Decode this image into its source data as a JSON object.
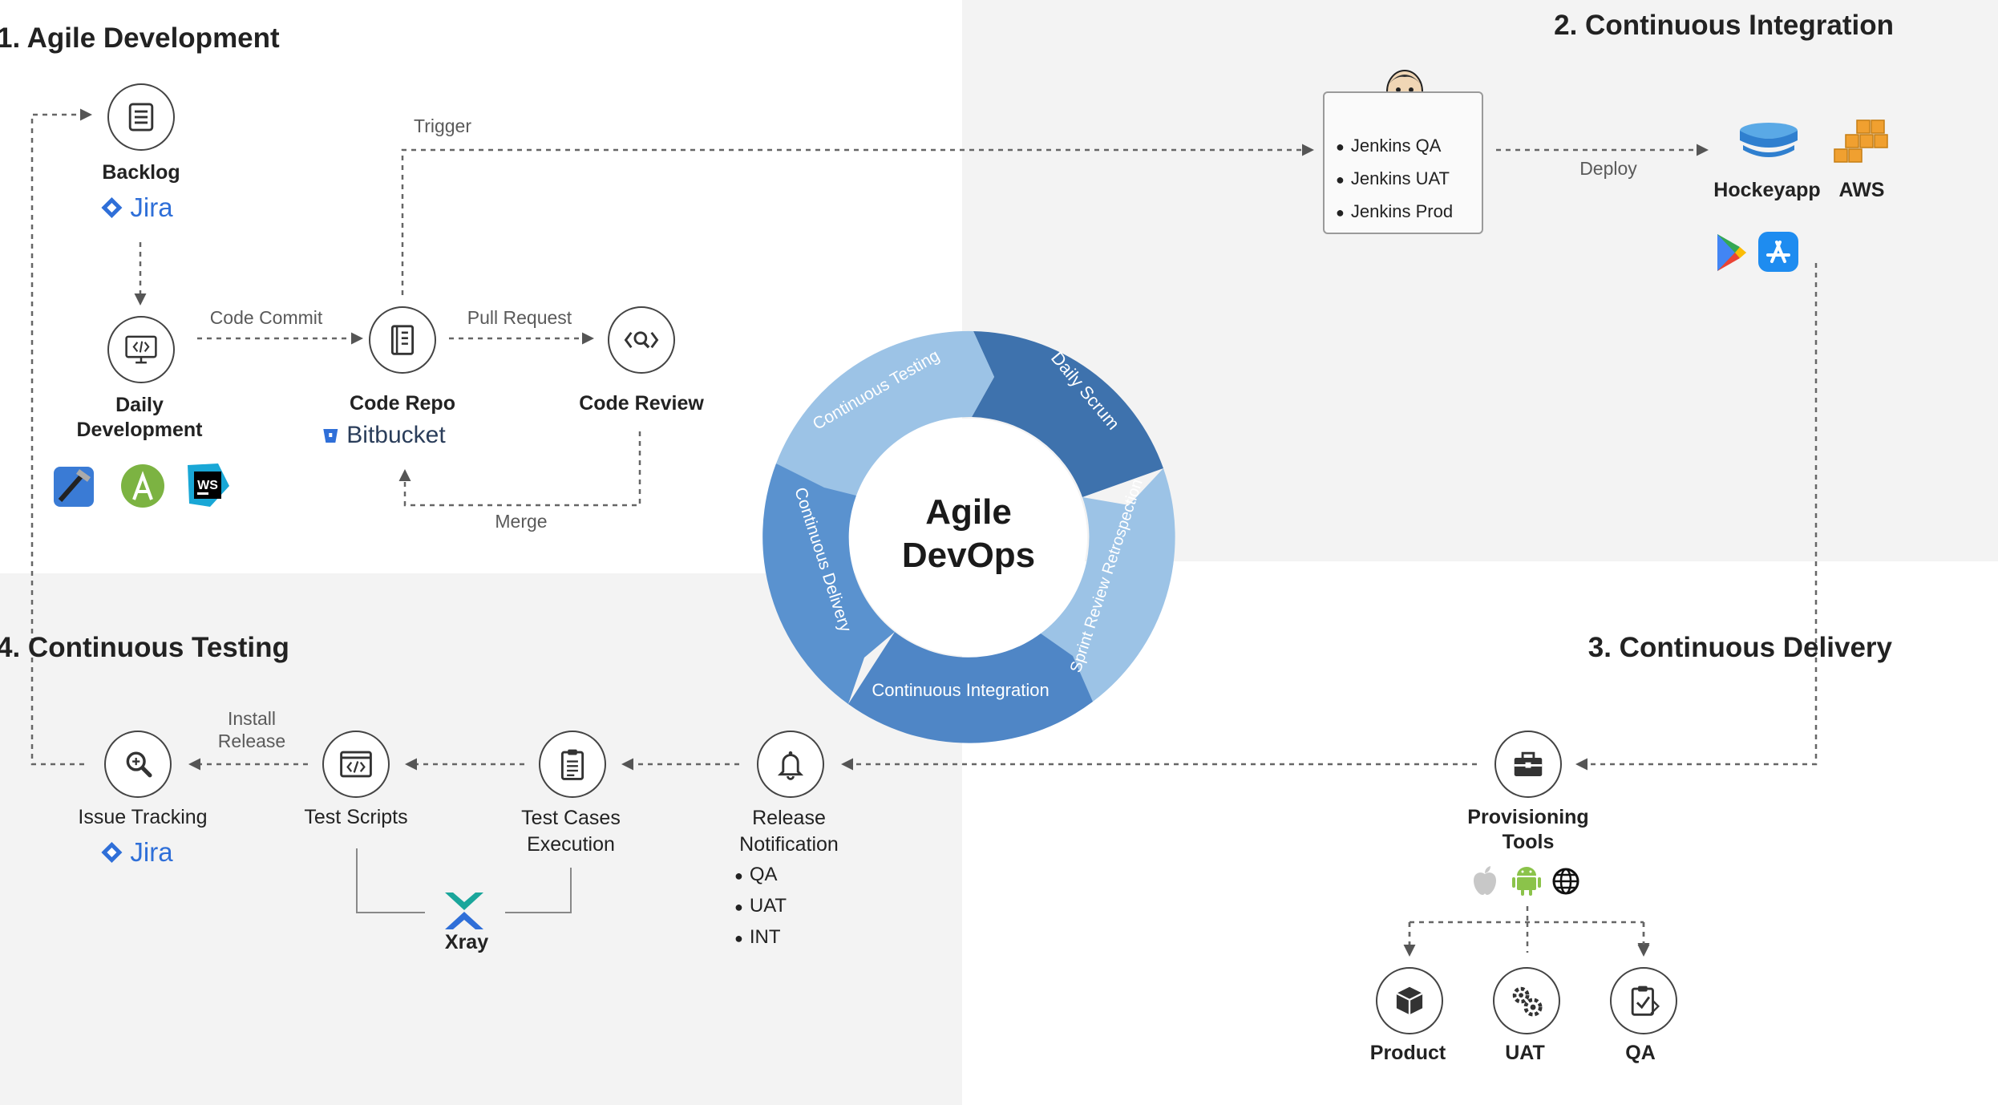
{
  "sections": {
    "agile": "1. Agile Development",
    "ci": "2. Continuous Integration",
    "cd": "3. Continuous Delivery",
    "ct": "4. Continuous Testing"
  },
  "hub": {
    "center_line1": "Agile",
    "center_line2": "DevOps",
    "segments": [
      "Daily Scrum",
      "Sprint Review Retrospection",
      "Continuous Integration",
      "Continuous Delivery",
      "Continuous Testing"
    ]
  },
  "agile": {
    "backlog": "Backlog",
    "backlog_tool": "Jira",
    "daily_dev_1": "Daily",
    "daily_dev_2": "Development",
    "code_repo": "Code Repo",
    "code_repo_tool": "Bitbucket",
    "code_review": "Code Review",
    "edge_code_commit": "Code Commit",
    "edge_pull_request": "Pull Request",
    "edge_merge": "Merge",
    "edge_trigger": "Trigger"
  },
  "ci": {
    "jenkins_items": [
      "Jenkins QA",
      "Jenkins UAT",
      "Jenkins Prod"
    ],
    "edge_deploy": "Deploy",
    "hockeyapp": "Hockeyapp",
    "aws": "AWS"
  },
  "cd": {
    "provisioning_1": "Provisioning",
    "provisioning_2": "Tools",
    "product": "Product",
    "uat": "UAT",
    "qa": "QA"
  },
  "ct": {
    "release_1": "Release",
    "release_2": "Notification",
    "release_items": [
      "QA",
      "UAT",
      "INT"
    ],
    "test_cases_1": "Test Cases",
    "test_cases_2": "Execution",
    "test_scripts": "Test Scripts",
    "issue_tracking": "Issue Tracking",
    "issue_tool": "Jira",
    "install_1": "Install",
    "install_2": "Release",
    "xray": "Xray"
  },
  "icons": {
    "backlog": "list-icon",
    "daily_dev": "monitor-code-icon",
    "code_repo": "repository-book-icon",
    "code_review": "code-search-icon",
    "jenkins": "jenkins-logo",
    "hockeyapp": "hockeyapp-logo",
    "aws": "aws-cubes-logo",
    "google_play": "google-play-logo",
    "app_store": "app-store-logo",
    "provisioning": "toolbox-icon",
    "apple": "apple-icon",
    "android": "android-icon",
    "web": "globe-icon",
    "product": "box-icon",
    "uat": "gears-icon",
    "qa": "clipboard-check-icon",
    "release": "bell-icon",
    "test_cases": "clipboard-list-icon",
    "test_scripts": "browser-code-icon",
    "issue_tracking": "magnifier-icon",
    "xcode": "xcode-logo",
    "android_studio": "android-studio-logo",
    "webstorm": "webstorm-logo",
    "xray": "xray-logo"
  },
  "colors": {
    "panel": "#f3f3f3",
    "seg_dark": "#3e72ad",
    "seg_mid": "#5a92cf",
    "seg_light": "#9cc3e6",
    "brand_blue": "#2f6fd8",
    "line": "#555555"
  }
}
